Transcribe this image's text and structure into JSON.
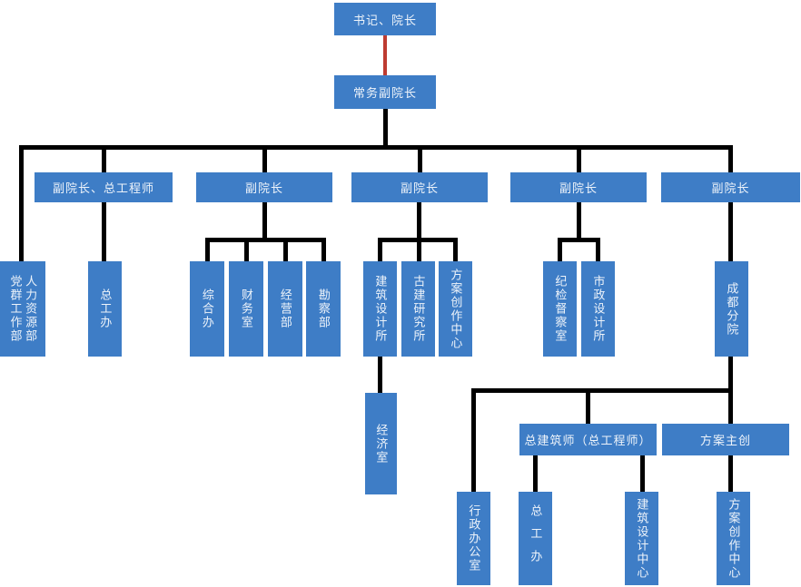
{
  "diagram": {
    "type": "org-chart",
    "nodes": {
      "root": "书记、院长",
      "exec": "常务副院长",
      "vp1": "副院长、总工程师",
      "vp2": "副院长",
      "vp3": "副院长",
      "vp4": "副院长",
      "vp5": "副院长",
      "party_mass": "党群工作部",
      "hr": "人力资源部",
      "chief_eng_office": "总工办",
      "general_office": "综合办",
      "finance": "财务室",
      "operations": "经营部",
      "survey": "勘察部",
      "arch_design_inst": "建筑设计所",
      "ancient_arch_inst": "古建研究所",
      "scheme_center1": "方案创作中心",
      "discipline": "纪检督察室",
      "municipal_design": "市政设计所",
      "chengdu_branch": "成都分院",
      "economics": "经济室",
      "admin_office": "行政办公室",
      "chief_eng_office2": "总工办",
      "chief_architect": "总建筑师（总工程师）",
      "scheme_lead": "方案主创",
      "arch_design_center": "建筑设计中心",
      "scheme_center2": "方案创作中心"
    },
    "edges": [
      {
        "from": "root",
        "to": "exec",
        "color": "red"
      },
      {
        "from": "exec",
        "to": "party_mass_hr"
      },
      {
        "from": "exec",
        "to": "vp1"
      },
      {
        "from": "exec",
        "to": "vp2"
      },
      {
        "from": "exec",
        "to": "vp3"
      },
      {
        "from": "exec",
        "to": "vp4"
      },
      {
        "from": "exec",
        "to": "vp5"
      },
      {
        "from": "vp1",
        "to": "chief_eng_office"
      },
      {
        "from": "vp2",
        "to": "general_office"
      },
      {
        "from": "vp2",
        "to": "finance"
      },
      {
        "from": "vp2",
        "to": "operations"
      },
      {
        "from": "vp2",
        "to": "survey"
      },
      {
        "from": "vp3",
        "to": "arch_design_inst"
      },
      {
        "from": "vp3",
        "to": "ancient_arch_inst"
      },
      {
        "from": "vp3",
        "to": "scheme_center1"
      },
      {
        "from": "arch_design_inst",
        "to": "economics"
      },
      {
        "from": "vp4",
        "to": "discipline"
      },
      {
        "from": "vp4",
        "to": "municipal_design"
      },
      {
        "from": "vp5",
        "to": "chengdu_branch"
      },
      {
        "from": "chengdu_branch",
        "to": "admin_office"
      },
      {
        "from": "chengdu_branch",
        "to": "chief_architect"
      },
      {
        "from": "chengdu_branch",
        "to": "scheme_lead"
      },
      {
        "from": "chief_architect",
        "to": "chief_eng_office2"
      },
      {
        "from": "chief_architect",
        "to": "arch_design_center"
      },
      {
        "from": "scheme_lead",
        "to": "scheme_center2"
      }
    ]
  },
  "colors": {
    "node_fill": "#3E7DC6",
    "node_text": "#EDF3FA",
    "connector": "#000000",
    "connector_accent": "#BE3B31"
  }
}
